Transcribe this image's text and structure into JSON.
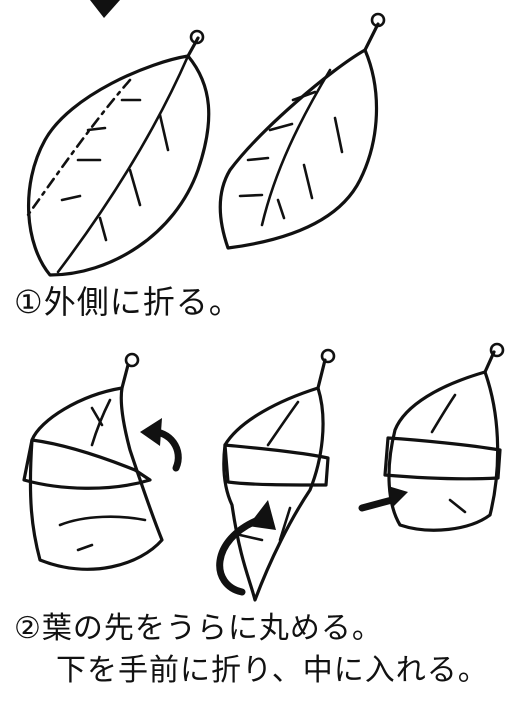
{
  "steps": [
    {
      "text": "①外側に折る。"
    },
    {
      "text": "②葉の先をうらに丸める。",
      "text2": "下を手前に折り、中に入れる。"
    }
  ]
}
